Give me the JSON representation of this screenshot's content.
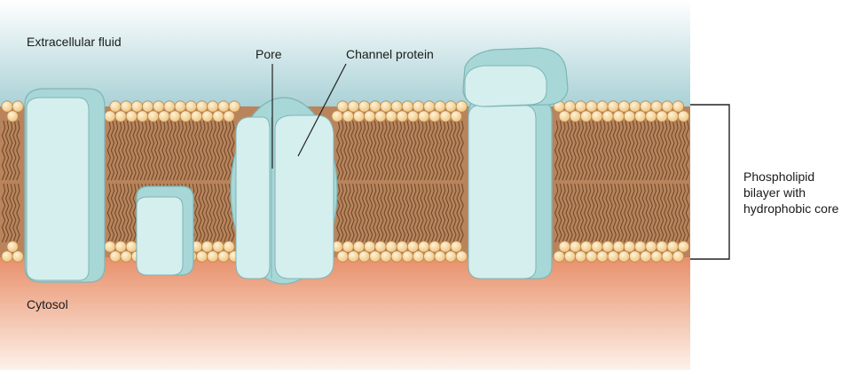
{
  "labels": {
    "extracellular": "Extracellular fluid",
    "cytosol": "Cytosol",
    "pore": "Pore",
    "channel_protein": "Channel protein",
    "bilayer_line1": "Phospholipid",
    "bilayer_line2": "bilayer with",
    "bilayer_line3": "hydrophobic core"
  },
  "colors": {
    "extracellular_top": "#ffffff",
    "extracellular_bottom": "#a9d1d6",
    "cytosol_top": "#e8906a",
    "cytosol_bottom": "#fdf1ea",
    "head_fill": "#f3cd8f",
    "head_stroke": "#b8894f",
    "core": "#b9845c",
    "tail": "#6e4a2c",
    "protein_fill": "#d5eeee",
    "protein_shade": "#a8d7d8",
    "protein_stroke": "#7fb5b6"
  }
}
